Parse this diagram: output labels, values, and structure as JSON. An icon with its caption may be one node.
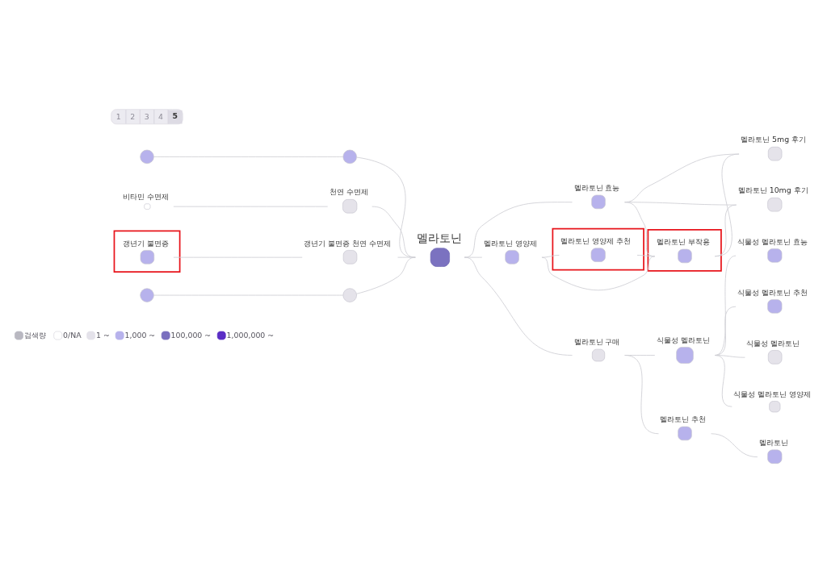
{
  "diagram": {
    "nodes": [
      {
        "text": [
          "멜라토닌"
        ]
      },
      {
        "text": [],
        "shape": "circle"
      },
      {
        "text": [],
        "shape": "circle"
      },
      {
        "text": [
          "비타민 수면제"
        ]
      },
      {
        "text": [
          "천연 수면제"
        ]
      },
      {
        "text": [],
        "shape": "box"
      },
      {
        "text": [
          "갱년기 불면증"
        ],
        "in": 5
      },
      {
        "text": [
          "갱년기 불면증 천연 수면제"
        ]
      },
      {
        "text": [],
        "shape": "circle"
      },
      {
        "text": [],
        "shape": "circle"
      },
      {
        "text": [
          "멜라토닌 효능"
        ]
      },
      {
        "text": [
          "멜라토닌 영양제"
        ]
      },
      {
        "text": [
          "멜라토닌 구매"
        ]
      },
      {
        "text": [],
        "shape": "box"
      },
      {
        "text": [
          "멜라토닌 영양제 추천"
        ],
        "in": 13
      },
      {
        "text": [
          "식물성 멜라토닌"
        ]
      },
      {
        "text": [
          "멜라토닌 추천"
        ]
      },
      {
        "text": [],
        "shape": "box"
      },
      {
        "text": [
          "멜라토닌 부작용"
        ],
        "in": 17
      },
      {
        "text": [
          "멜라토닌 10mg 후기"
        ]
      },
      {
        "text": [
          "멜라토닌 5mg 후기"
        ]
      },
      {
        "text": [
          "식물성 멜라토닌 효능"
        ]
      },
      {
        "text": [
          "식물성 멜라토닌 추천"
        ]
      },
      {
        "text": [
          "식물성 멜라토닌"
        ]
      },
      {
        "text": [
          "식물성 멜라토닌 영양제"
        ]
      },
      {
        "text": [
          "멜라토닌"
        ]
      }
    ],
    "edges": [
      {
        "from": 1,
        "to": 2,
        "arrow": "none"
      },
      {
        "from": 2,
        "to": 0,
        "arrow": "none"
      },
      {
        "from": 3,
        "to": 4,
        "arrow": "none"
      },
      {
        "from": 4,
        "to": 0,
        "arrow": "none"
      },
      {
        "from": 6,
        "to": 7,
        "arrow": "none"
      },
      {
        "from": 7,
        "to": 0,
        "arrow": "none"
      },
      {
        "from": 8,
        "to": 9,
        "arrow": "none"
      },
      {
        "from": 9,
        "to": 0,
        "arrow": "none"
      },
      {
        "from": 0,
        "to": 10,
        "arrow": "none"
      },
      {
        "from": 0,
        "to": 11,
        "arrow": "none"
      },
      {
        "from": 0,
        "to": 12,
        "arrow": "none"
      },
      {
        "from": 10,
        "to": 18,
        "arrow": "none"
      },
      {
        "from": 10,
        "to": 19,
        "arrow": "none"
      },
      {
        "from": 10,
        "to": 20,
        "arrow": "none"
      },
      {
        "from": 11,
        "to": 14,
        "arrow": "none"
      },
      {
        "from": 11,
        "to": 18,
        "arrow": "none"
      },
      {
        "from": 14,
        "to": 18,
        "arrow": "none"
      },
      {
        "from": 18,
        "to": 19,
        "arrow": "none"
      },
      {
        "from": 18,
        "to": 20,
        "arrow": "none"
      },
      {
        "from": 12,
        "to": 15,
        "arrow": "none"
      },
      {
        "from": 12,
        "to": 16,
        "arrow": "none"
      },
      {
        "from": 15,
        "to": 21,
        "arrow": "none"
      },
      {
        "from": 15,
        "to": 22,
        "arrow": "none"
      },
      {
        "from": 15,
        "to": 23,
        "arrow": "none"
      },
      {
        "from": 15,
        "to": 24,
        "arrow": "none"
      },
      {
        "from": 16,
        "to": 25,
        "arrow": "none"
      }
    ],
    "labels": [
      "1",
      "2",
      "3",
      "4",
      "5",
      "검색량"
    ],
    "legend": [
      {
        "text": "0/NA",
        "color": "#ffffff"
      },
      {
        "text": "1 ~",
        "color": "#e4e2ea"
      },
      {
        "text": "1,000 ~",
        "color": "#b7b2ec"
      },
      {
        "text": "100,000 ~",
        "color": "#7a6fbf"
      },
      {
        "text": "1,000,000 ~",
        "color": "#5a2dc5"
      }
    ]
  }
}
